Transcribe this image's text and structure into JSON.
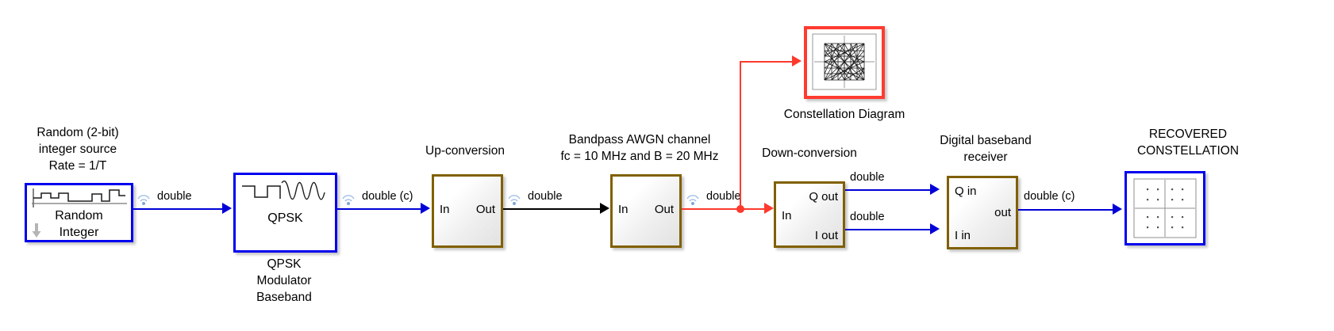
{
  "diagram": {
    "title": "QPSK bandpass transmission chain",
    "background": "#ffffff",
    "colors": {
      "blue_block_border": "#0000ee",
      "olive_block_border": "#806000",
      "red_block_border": "#ff3b30",
      "black_wire": "#000000",
      "blue_wire": "#0000d8",
      "red_wire": "#fd3a2d"
    }
  },
  "annotations": {
    "random_source": "Random (2-bit)\ninteger source\nRate = 1/T",
    "qpsk_mod": "QPSK\nModulator\nBaseband",
    "up_conversion": "Up-conversion",
    "awgn_channel": "Bandpass AWGN channel\nfc = 10 MHz and B = 20 MHz",
    "constellation_diagram": "Constellation Diagram",
    "down_conversion": "Down-conversion",
    "baseband_receiver": "Digital baseband\nreceiver",
    "recovered_constellation": "RECOVERED\nCONSTELLATION"
  },
  "blocks": {
    "random_integer": {
      "name": "Random Integer",
      "line1": "Random",
      "line2": "Integer",
      "icon": "random-staircase-icon",
      "border": "#0000ee"
    },
    "qpsk_modulator": {
      "name": "QPSK",
      "label": "QPSK",
      "icon": "square-to-sine-icon",
      "border": "#0000ee"
    },
    "up_conversion": {
      "name": "Up-conversion",
      "in_port": "In",
      "out_port": "Out",
      "border": "#806000"
    },
    "awgn_channel": {
      "name": "Bandpass AWGN channel",
      "in_port": "In",
      "out_port": "Out",
      "border": "#806000"
    },
    "constellation_scope": {
      "name": "Constellation Diagram",
      "icon": "constellation-scatter-icon",
      "border": "#ff3b30"
    },
    "down_conversion": {
      "name": "Down-conversion",
      "in_port": "In",
      "out_port_q": "Q out",
      "out_port_i": "I out",
      "border": "#806000"
    },
    "baseband_receiver": {
      "name": "Digital baseband receiver",
      "in_port_q": "Q in",
      "in_port_i": "I in",
      "out_port": "out",
      "border": "#806000"
    },
    "recovered_scope": {
      "name": "RECOVERED CONSTELLATION",
      "icon": "constellation-grid-icon",
      "border": "#0000ee",
      "grid_points": 16
    }
  },
  "signal_labels": {
    "s1": "double",
    "s2": "double (c)",
    "s3": "double",
    "s4": "double",
    "s5": "double",
    "s6_q": "double",
    "s7_i": "double",
    "s8": "double (c)"
  }
}
